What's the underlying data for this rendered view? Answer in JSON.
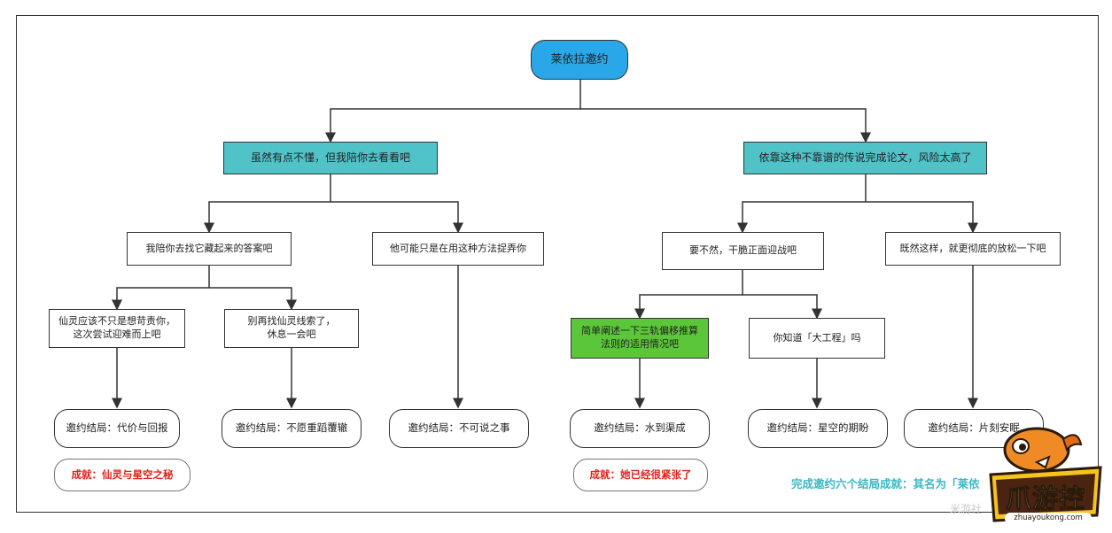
{
  "diagram": {
    "root": "莱依拉邀约",
    "left_branch": {
      "label": "虽然有点不懂，但我陪你去看看吧",
      "left": {
        "label": "我陪你去找它藏起来的答案吧",
        "left": {
          "line1": "仙灵应该不只是想苛责你，",
          "line2": "这次尝试迎难而上吧",
          "ending": "邀约结局：代价与回报",
          "achievement": "成就：仙灵与星空之秘"
        },
        "right": {
          "line1": "别再找仙灵线索了，",
          "line2": "休息一会吧",
          "ending": "邀约结局：不愿重蹈覆辙"
        }
      },
      "right": {
        "label": "他可能只是在用这种方法捉弄你",
        "ending": "邀约结局：不可说之事"
      }
    },
    "right_branch": {
      "label": "依靠这种不靠谱的传说完成论文，风险太高了",
      "left": {
        "label": "要不然，干脆正面迎战吧",
        "left": {
          "line1": "简单阐述一下三轨偏移推算",
          "line2": "法则的适用情况吧",
          "ending": "邀约结局：水到渠成",
          "achievement": "成就：她已经很紧张了"
        },
        "right": {
          "label": "你知道「大工程」吗",
          "ending": "邀约结局：星空的期盼"
        }
      },
      "right": {
        "label": "既然这样，就更彻底的放松一下吧",
        "ending": "邀约结局：片刻安眠"
      }
    },
    "footer_note": "完成邀约六个结局成就：其名为「莱依",
    "watermark": "米游社",
    "logo": {
      "text": "爪游控",
      "url_text": "zhuayoukong.com"
    }
  },
  "colors": {
    "root": "#2aa7e8",
    "teal": "#4fc3c8",
    "green": "#5cc63a",
    "achievement": "#e0241b",
    "note": "#3ab8c4"
  }
}
